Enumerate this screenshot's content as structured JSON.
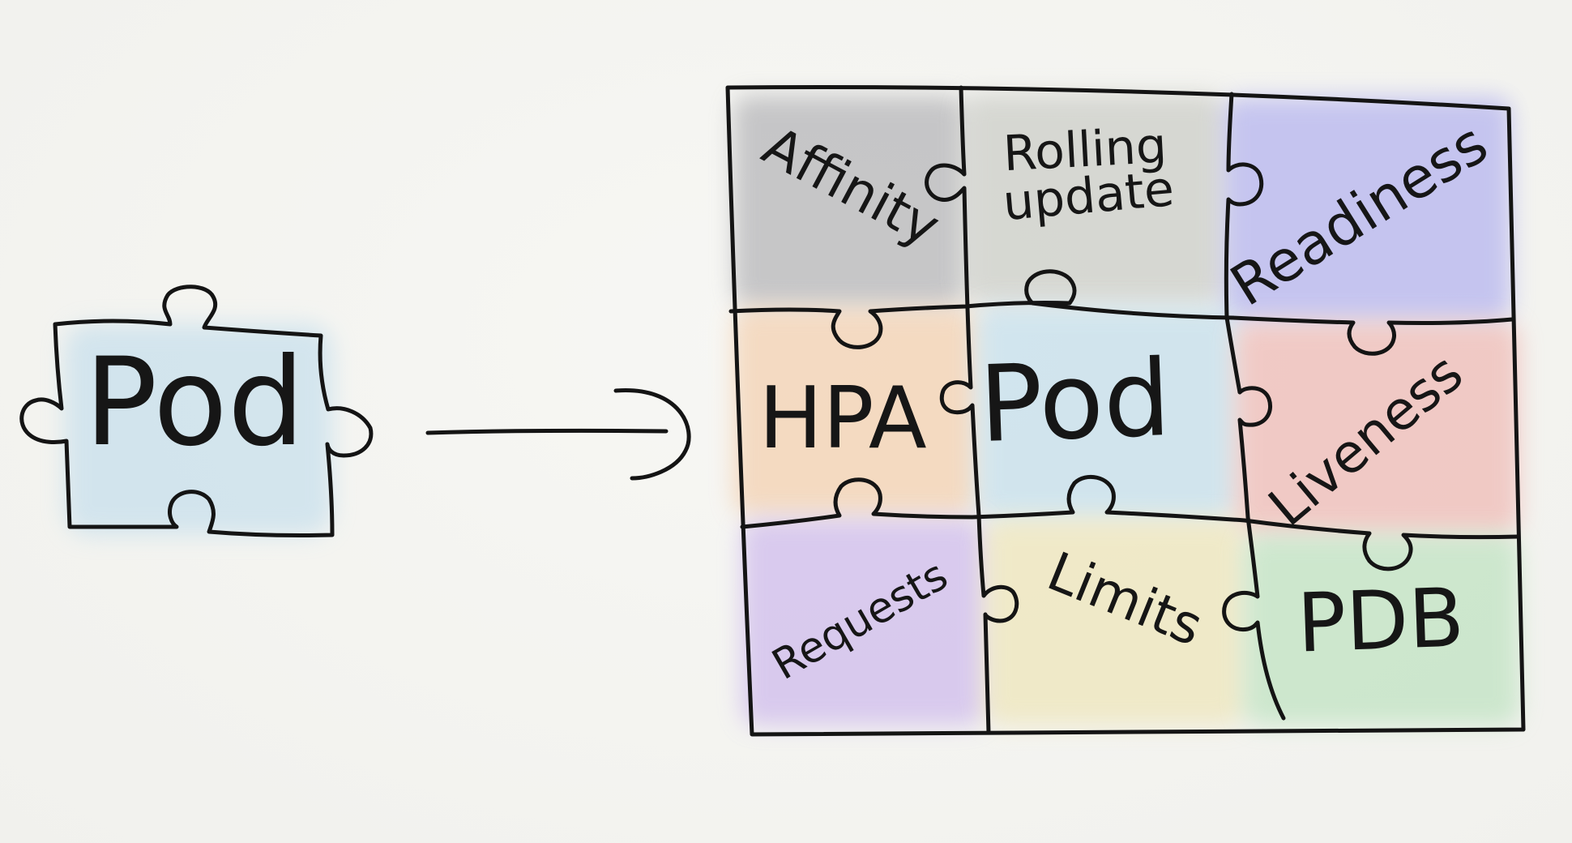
{
  "single_piece": {
    "label": "Pod",
    "color": "#bfdcec"
  },
  "arrow": {
    "direction": "right"
  },
  "grid": {
    "pieces": [
      {
        "id": "affinity",
        "label": "Affinity",
        "color": "#a9a9ad"
      },
      {
        "id": "rolling-update",
        "label_line1": "Rolling",
        "label_line2": "update",
        "color": "#c4c6c0"
      },
      {
        "id": "readiness",
        "label": "Readiness",
        "color": "#a9a8ef"
      },
      {
        "id": "hpa",
        "label": "HPA",
        "color": "#f3c9a4"
      },
      {
        "id": "pod",
        "label": "Pod",
        "color": "#bcdbeb"
      },
      {
        "id": "liveness",
        "label": "Liveness",
        "color": "#efb0ab"
      },
      {
        "id": "requests",
        "label": "Requests",
        "color": "#c8b0ec"
      },
      {
        "id": "limits",
        "label": "Limits",
        "color": "#ede3b0"
      },
      {
        "id": "pdb",
        "label": "PDB",
        "color": "#b6e0b9"
      }
    ]
  }
}
